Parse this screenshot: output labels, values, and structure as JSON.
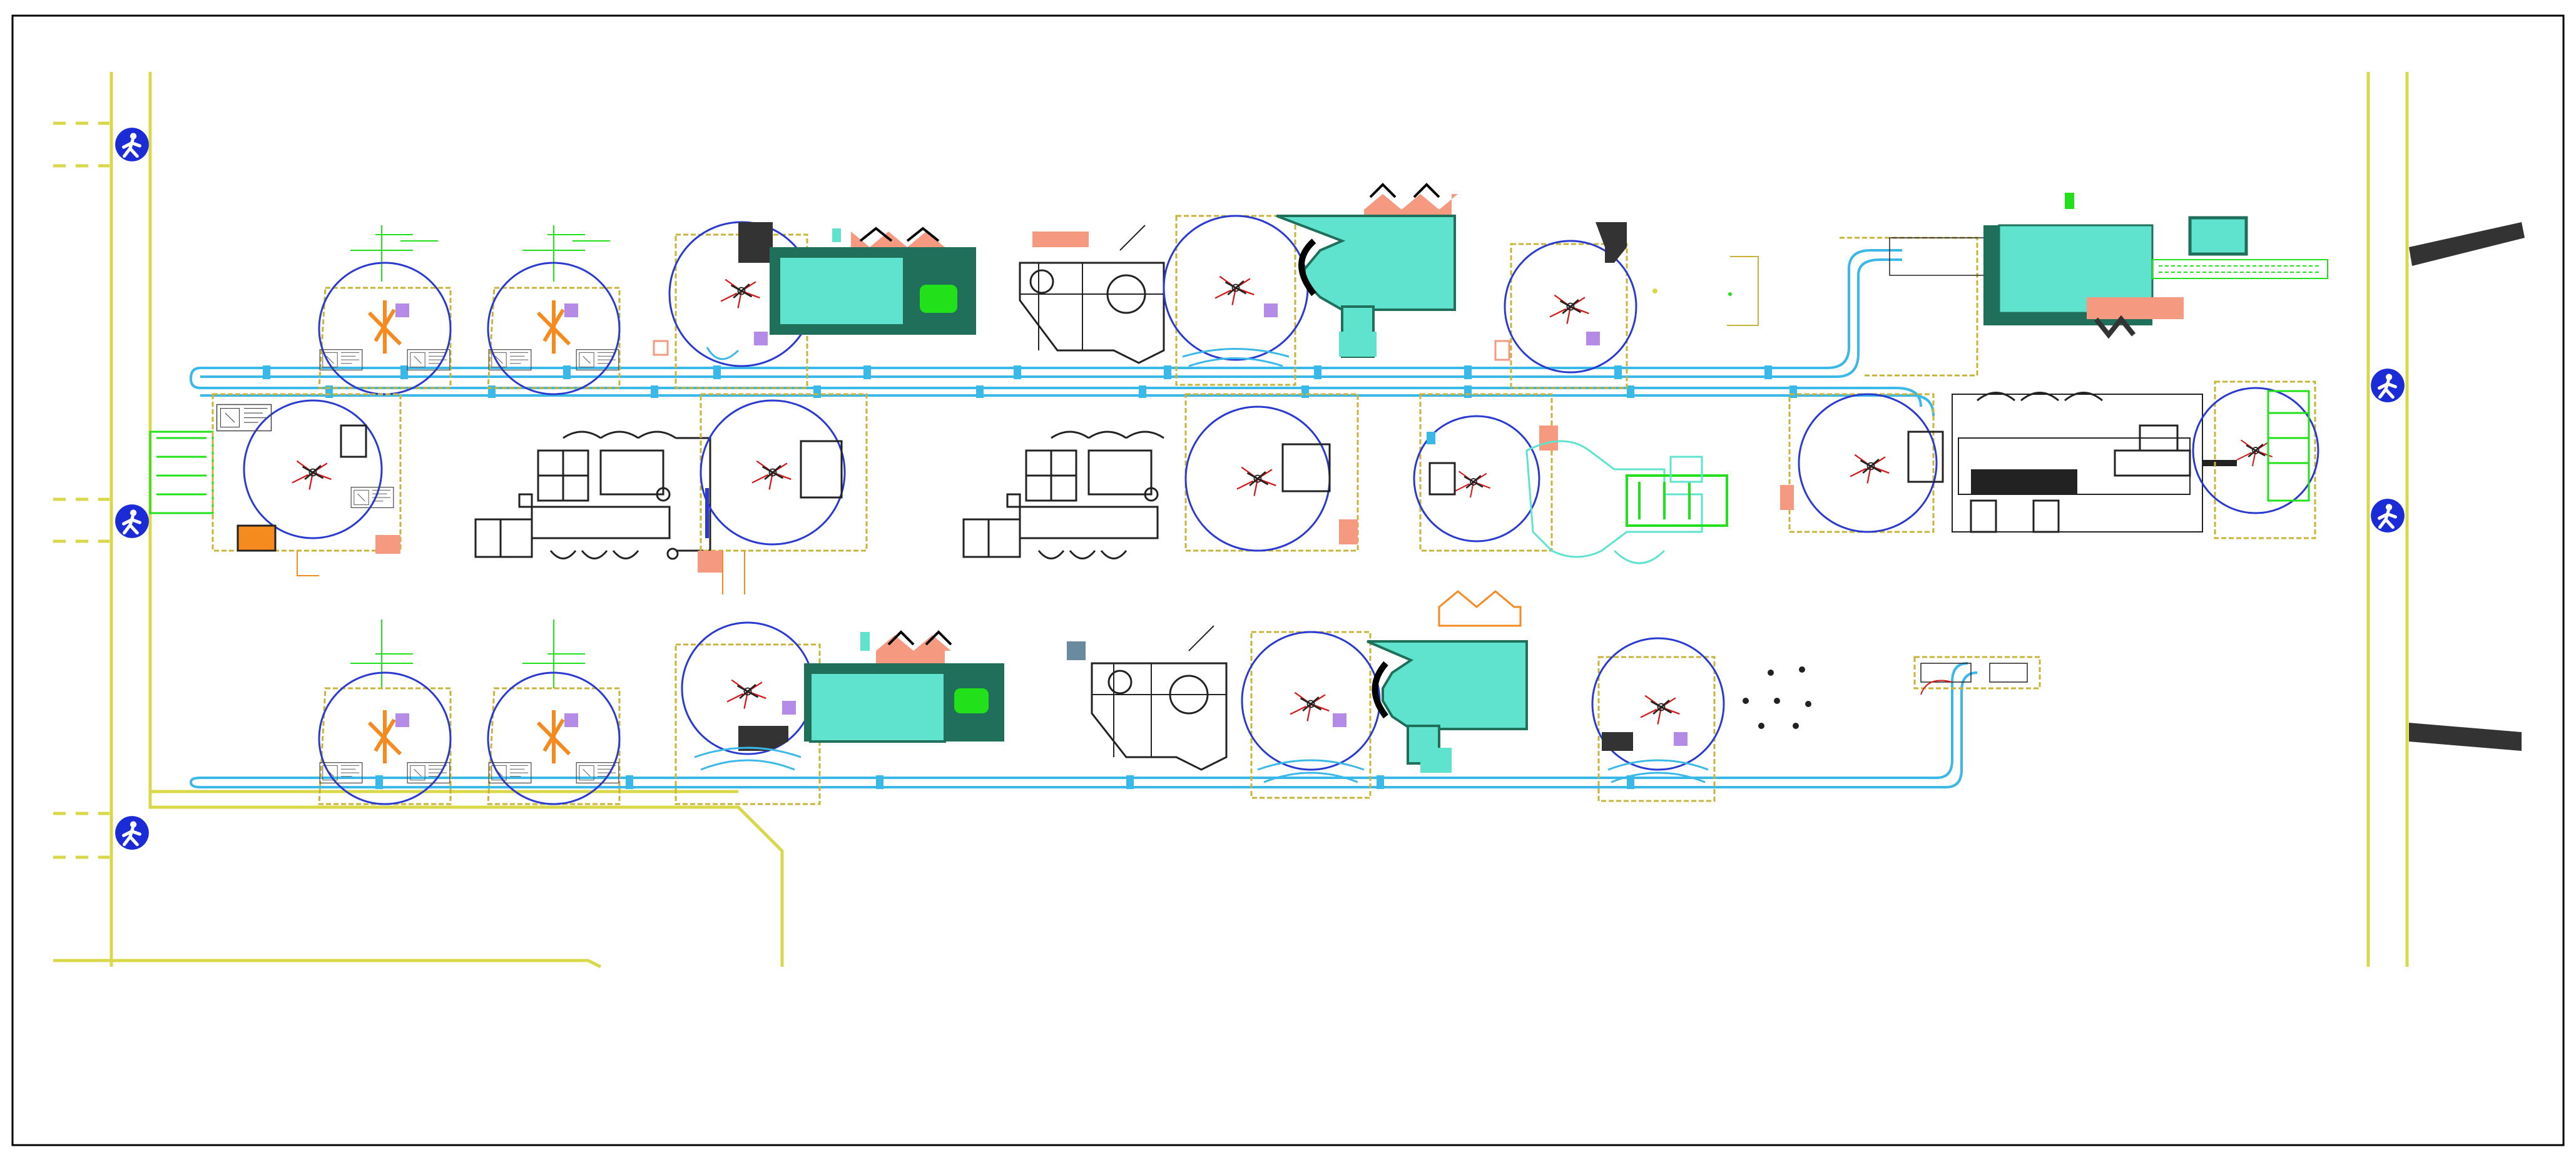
{
  "drawing": {
    "kind": "factory floor layout",
    "colors": {
      "frame": "#000000",
      "walkway": "#d8d84a",
      "conveyor": "#3ab8e8",
      "robot_envelope": "#2a3acf",
      "machine_teal": "#5fe3cf",
      "machine_teal_dark": "#1f6f5a",
      "salmon": "#f59a80",
      "purple": "#b48be6",
      "green": "#22e01a",
      "orange": "#f58a1f",
      "cell_outline": "#c8b43a",
      "black": "#000000",
      "pedestrian_sign": "#1b2bd6"
    },
    "icons": {
      "pedestrian": "pedestrian-crossing-icon"
    },
    "rows": [
      {
        "name": "upper-row",
        "cells": 9
      },
      {
        "name": "middle-row",
        "cells": 8
      },
      {
        "name": "lower-row",
        "cells": 7
      }
    ]
  }
}
